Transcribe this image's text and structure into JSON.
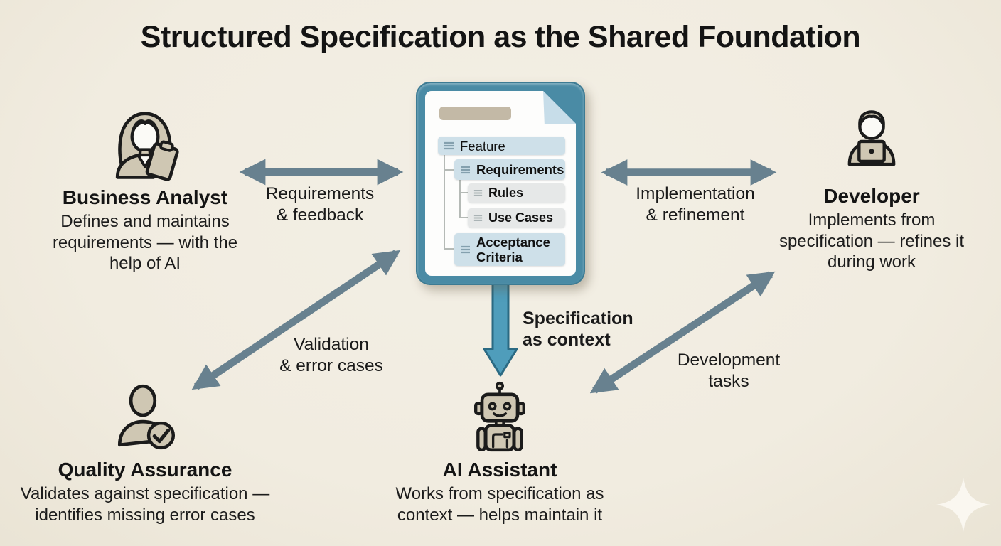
{
  "title": "Structured Specification as the Shared Foundation",
  "document": {
    "tree": [
      {
        "label": "Feature"
      },
      {
        "label": "Requirements"
      },
      {
        "label": "Rules"
      },
      {
        "label": "Use Cases"
      },
      {
        "label": "Acceptance Criteria"
      }
    ]
  },
  "roles": {
    "business_analyst": {
      "title": "Business Analyst",
      "description": "Defines and maintains requirements — with the help of AI"
    },
    "developer": {
      "title": "Developer",
      "description": "Implements from specification — refines it during work"
    },
    "quality_assurance": {
      "title": "Quality Assurance",
      "description": "Validates against specification — identifies missing error cases"
    },
    "ai_assistant": {
      "title": "AI Assistant",
      "description": "Works from specification as context — helps maintain it"
    }
  },
  "connections": {
    "requirements_feedback": {
      "line1": "Requirements",
      "line2": "& feedback"
    },
    "implementation_refinement": {
      "line1": "Implementation",
      "line2": "& refinement"
    },
    "validation_error_cases": {
      "line1": "Validation",
      "line2": "& error cases"
    },
    "development_tasks": {
      "line1": "Development",
      "line2": "tasks"
    },
    "specification_as_context": {
      "line1": "Specification",
      "line2": "as context"
    }
  },
  "colors": {
    "background": "#f1ece0",
    "text": "#181818",
    "arrow_gray": "#68818f",
    "arrow_teal_fill": "#4f9dbb",
    "arrow_teal_stroke": "#2b6a83",
    "document_frame": "#4a8ba5",
    "document_fold": "#c7dde9",
    "row_blue": "#cee0e9",
    "row_gray": "#e6e8e8",
    "placeholder_bar": "#c3b9a6",
    "icon_fill": "#cfc7b3"
  }
}
